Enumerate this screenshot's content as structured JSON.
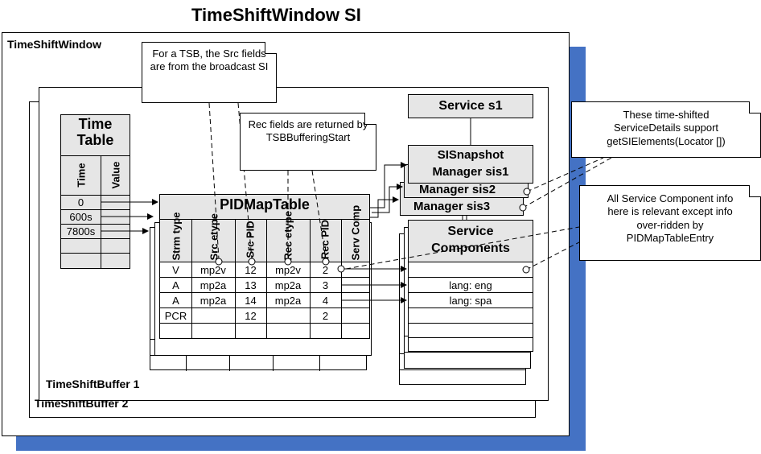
{
  "diagram_title": "TimeShiftWindow SI",
  "window_label": "TimeShiftWindow",
  "buffer1_label": "TimeShiftBuffer 1",
  "buffer2_label": "TimeShiftBuffer 2",
  "time_table": {
    "title": "Time Table",
    "headers": [
      "Time",
      "Value"
    ],
    "rows": [
      "0",
      "600s",
      "7800s",
      "",
      ""
    ]
  },
  "pid_map_table": {
    "title": "PIDMapTable",
    "headers": [
      "Strm type",
      "Src etype",
      "Src PID",
      "Rec etype",
      "Rec PID",
      "Serv Comp"
    ],
    "rows": [
      [
        "V",
        "mp2v",
        "12",
        "mp2v",
        "2",
        ""
      ],
      [
        "A",
        "mp2a",
        "13",
        "mp2a",
        "3",
        ""
      ],
      [
        "A",
        "mp2a",
        "14",
        "mp2a",
        "4",
        ""
      ],
      [
        "PCR",
        "",
        "12",
        "",
        "2",
        ""
      ]
    ]
  },
  "service": "Service s1",
  "snapshot_managers": [
    "SISnapshot Manager sis1",
    "Manager sis2",
    "Manager sis3"
  ],
  "snapshot_manager_line1": "SISnapshot",
  "snapshot_manager_line2": "Manager sis1",
  "service_components": {
    "title": "Service Components",
    "rows": [
      "",
      "lang: eng",
      "lang: spa"
    ]
  },
  "notes": {
    "tsb_src": "For a TSB, the Src fields are from the broadcast SI",
    "rec_fields": "Rec fields are returned by TSBBufferingStart",
    "time_shifted": "These time-shifted ServiceDetails support getSIElements(Locator [])",
    "service_component_info": "All Service Component info here is relevant except info over-ridden by PIDMapTableEntry"
  },
  "colors": {
    "shadow": "#4472c4",
    "fill_gray": "#e6e6e6"
  }
}
